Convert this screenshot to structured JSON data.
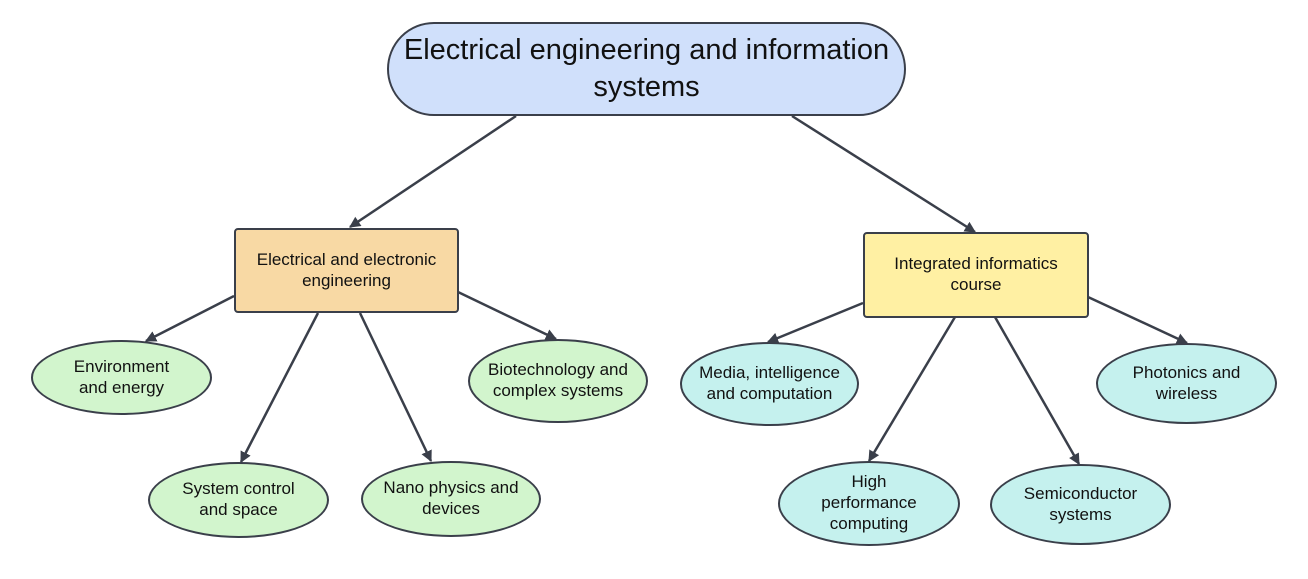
{
  "colors": {
    "root_fill": "#d0e0fb",
    "eee_fill": "#f8d9a4",
    "iic_fill": "#fff0a3",
    "green_leaf_fill": "#d2f5cd",
    "cyan_leaf_fill": "#c5f1ee",
    "stroke": "#3a3f4a"
  },
  "nodes": {
    "root": "Electrical engineering and information systems",
    "eee": "Electrical and electronic engineering",
    "iic": "Integrated informatics course",
    "env": "Environment and energy",
    "syscontrol": "System control and space",
    "nano": "Nano physics and devices",
    "bio": "Biotechnology and complex systems",
    "media": "Media, intelligence and computation",
    "hpc": "High performance computing",
    "semi": "Semiconductor systems",
    "photonics": "Photonics and wireless"
  }
}
